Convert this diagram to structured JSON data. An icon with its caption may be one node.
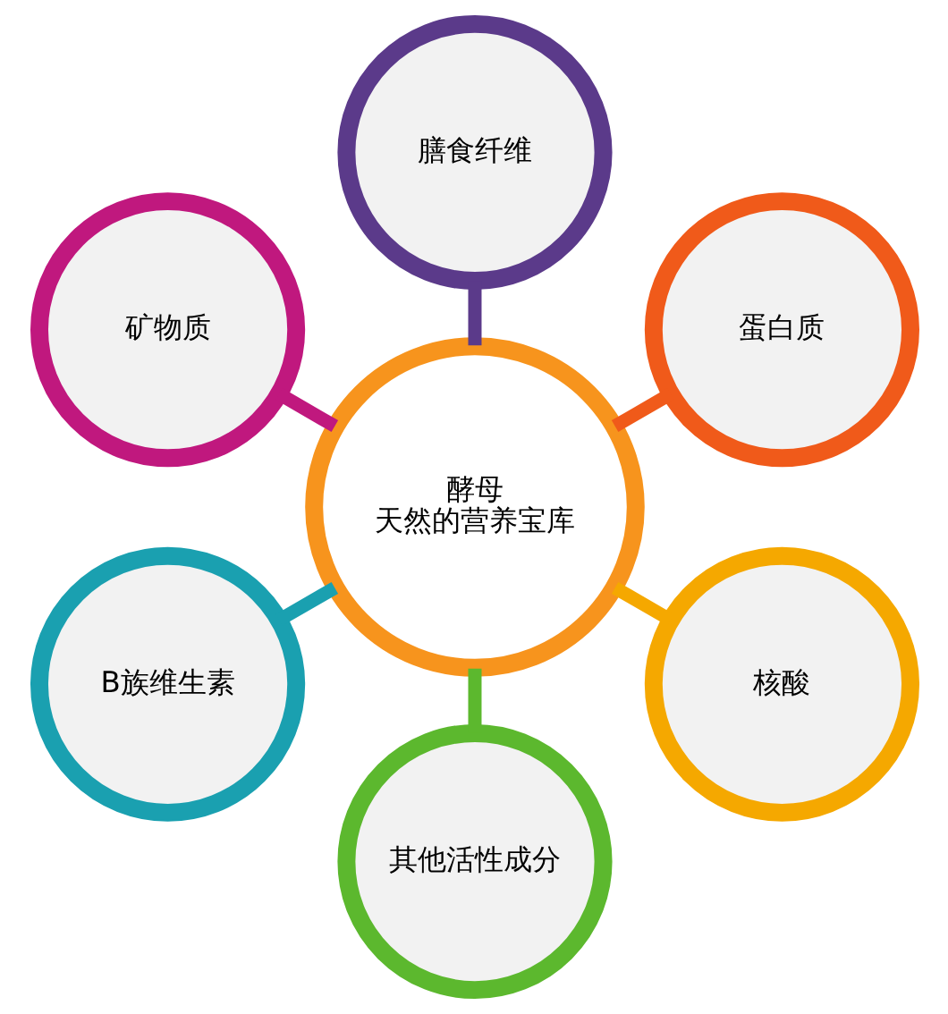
{
  "diagram": {
    "nodes": [
      {
        "text": [
          "酵母",
          "天然的营养宝库"
        ]
      },
      {
        "text": [
          "蛋白质"
        ]
      },
      {
        "text": [
          "膳食纤维"
        ]
      },
      {
        "text": [
          "矿物质"
        ]
      },
      {
        "text": [
          "B族维生素"
        ]
      },
      {
        "text": [
          "其他活性成分"
        ]
      },
      {
        "text": [
          "核酸"
        ]
      }
    ],
    "edges": [
      {
        "from": 0,
        "to": 1,
        "arrow": "none",
        "color": "#f05a1a"
      },
      {
        "from": 0,
        "to": 2,
        "arrow": "none",
        "color": "#5b3a8a"
      },
      {
        "from": 0,
        "to": 3,
        "arrow": "none",
        "color": "#c0187e"
      },
      {
        "from": 0,
        "to": 4,
        "arrow": "none",
        "color": "#1aa0b0"
      },
      {
        "from": 0,
        "to": 5,
        "arrow": "none",
        "color": "#5cb82e"
      },
      {
        "from": 0,
        "to": 6,
        "arrow": "none",
        "color": "#f5a800"
      }
    ]
  }
}
